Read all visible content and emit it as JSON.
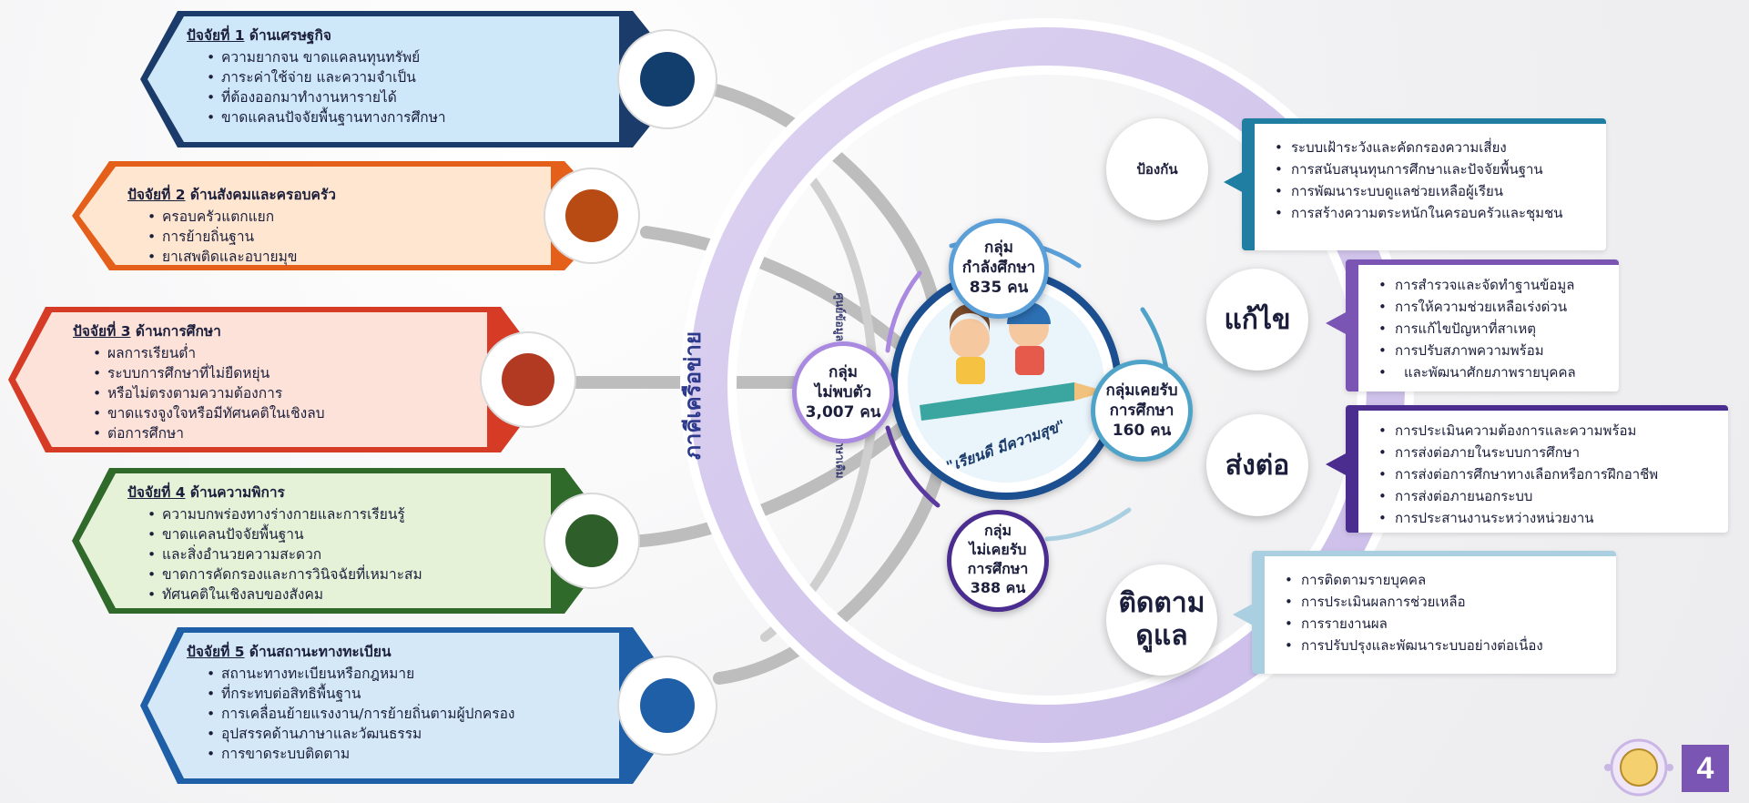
{
  "header": {
    "title_fragment": ""
  },
  "factors": [
    {
      "number_label": "ปัจจัยที่ 1",
      "topic": "ด้านเศรษฐกิจ",
      "items": [
        "ความยากจน ขาดแคลนทุนทรัพย์",
        "ภาระค่าใช้จ่าย และความจำเป็น",
        "ที่ต้องออกมาทำงานหารายได้",
        "ขาดแคลนปัจจัยพื้นฐานทางการศึกษา"
      ],
      "color": "#bfe3f7",
      "dark": "#123e6e"
    },
    {
      "number_label": "ปัจจัยที่ 2",
      "topic": "ด้านสังคมและครอบครัว",
      "items": [
        "ครอบครัวแตกแยก",
        "การย้ายถิ่นฐาน",
        "ยาเสพติดและอบายมุข"
      ],
      "color": "#ffe2c9",
      "dark": "#b84b14"
    },
    {
      "number_label": "ปัจจัยที่ 3",
      "topic": "ด้านการศึกษา",
      "items": [
        "ผลการเรียนต่ำ",
        "ระบบการศึกษาที่ไม่ยืดหยุ่น",
        "หรือไม่ตรงตามความต้องการ",
        "ขาดแรงจูงใจหรือมีทัศนคติในเชิงลบ",
        "ต่อการศึกษา"
      ],
      "color": "#fde0d8",
      "dark": "#b33a22"
    },
    {
      "number_label": "ปัจจัยที่ 4",
      "topic": "ด้านความพิการ",
      "items": [
        "ความบกพร่องทางร่างกายและการเรียนรู้",
        "ขาดแคลนปัจจัยพื้นฐาน",
        "และสิ่งอำนวยความสะดวก",
        "ขาดการคัดกรองและการวินิจฉัยที่เหมาะสม",
        "ทัศนคติในเชิงลบของสังคม"
      ],
      "color": "#e3f0d4",
      "dark": "#2e5e2a"
    },
    {
      "number_label": "ปัจจัยที่ 5",
      "topic": "ด้านสถานะทางทะเบียน",
      "items": [
        "สถานะทางทะเบียนหรือกฎหมาย",
        "ที่กระทบต่อสิทธิพื้นฐาน",
        "การเคลื่อนย้ายแรงงาน/การย้ายถิ่นตามผู้ปกครอง",
        "อุปสรรคด้านภาษาและวัฒนธรรม",
        "การขาดระบบติดตาม"
      ],
      "color": "#cfe5f7",
      "dark": "#1e5fa8"
    }
  ],
  "center": {
    "slogan": "\"เรียนดี มีความสุข\"",
    "ring_label": "ภาคีเครือข่าย",
    "ring_sublabel": "ศูนย์ข้อมูลเด็กนอก และ สถานศึกษาเดิม"
  },
  "groups": [
    {
      "line1": "กลุ่ม",
      "line2": "กำลังศึกษา",
      "count": "835 คน"
    },
    {
      "line1": "กลุ่มเคยรับ",
      "line2": "การศึกษา",
      "count": "160 คน"
    },
    {
      "line1": "กลุ่ม",
      "line2": "ไม่เคยรับ",
      "line3": "การศึกษา",
      "count": "388 คน"
    },
    {
      "line1": "กลุ่ม",
      "line2": "ไม่พบตัว",
      "count": "3,007 คน"
    }
  ],
  "actions": [
    {
      "label": "ป้องกัน",
      "items": [
        "ระบบเฝ้าระวังและคัดกรองความเสี่ยง",
        "การสนับสนุนทุนการศึกษาและปัจจัยพื้นฐาน",
        "การพัฒนาระบบดูแลช่วยเหลือผู้เรียน",
        "การสร้างความตระหนักในครอบครัวและชุมชน"
      ],
      "color": "#1f7ea1"
    },
    {
      "label": "แก้ไข",
      "items": [
        "การสำรวจและจัดทำฐานข้อมูล",
        "การให้ความช่วยเหลือเร่งด่วน",
        "การแก้ไขปัญหาที่สาเหตุ",
        "การปรับสภาพความพร้อม",
        "และพัฒนาศักยภาพรายบุคคล"
      ],
      "color": "#7b55b3"
    },
    {
      "label": "ส่งต่อ",
      "items": [
        "การประเมินความต้องการและความพร้อม",
        "การส่งต่อภายในระบบการศึกษา",
        "การส่งต่อการศึกษาทางเลือกหรือการฝึกอาชีพ",
        "การส่งต่อภายนอกระบบ",
        "การประสานงานระหว่างหน่วยงาน"
      ],
      "color": "#4a2d8f"
    },
    {
      "label_line1": "ติดตาม",
      "label_line2": "ดูแล",
      "items": [
        "การติดตามรายบุคคล",
        "การประเมินผลการช่วยเหลือ",
        "การรายงานผล",
        "การปรับปรุงและพัฒนาระบบอย่างต่อเนื่อง"
      ],
      "color": "#a9cfe0"
    }
  ],
  "page_number": "4"
}
